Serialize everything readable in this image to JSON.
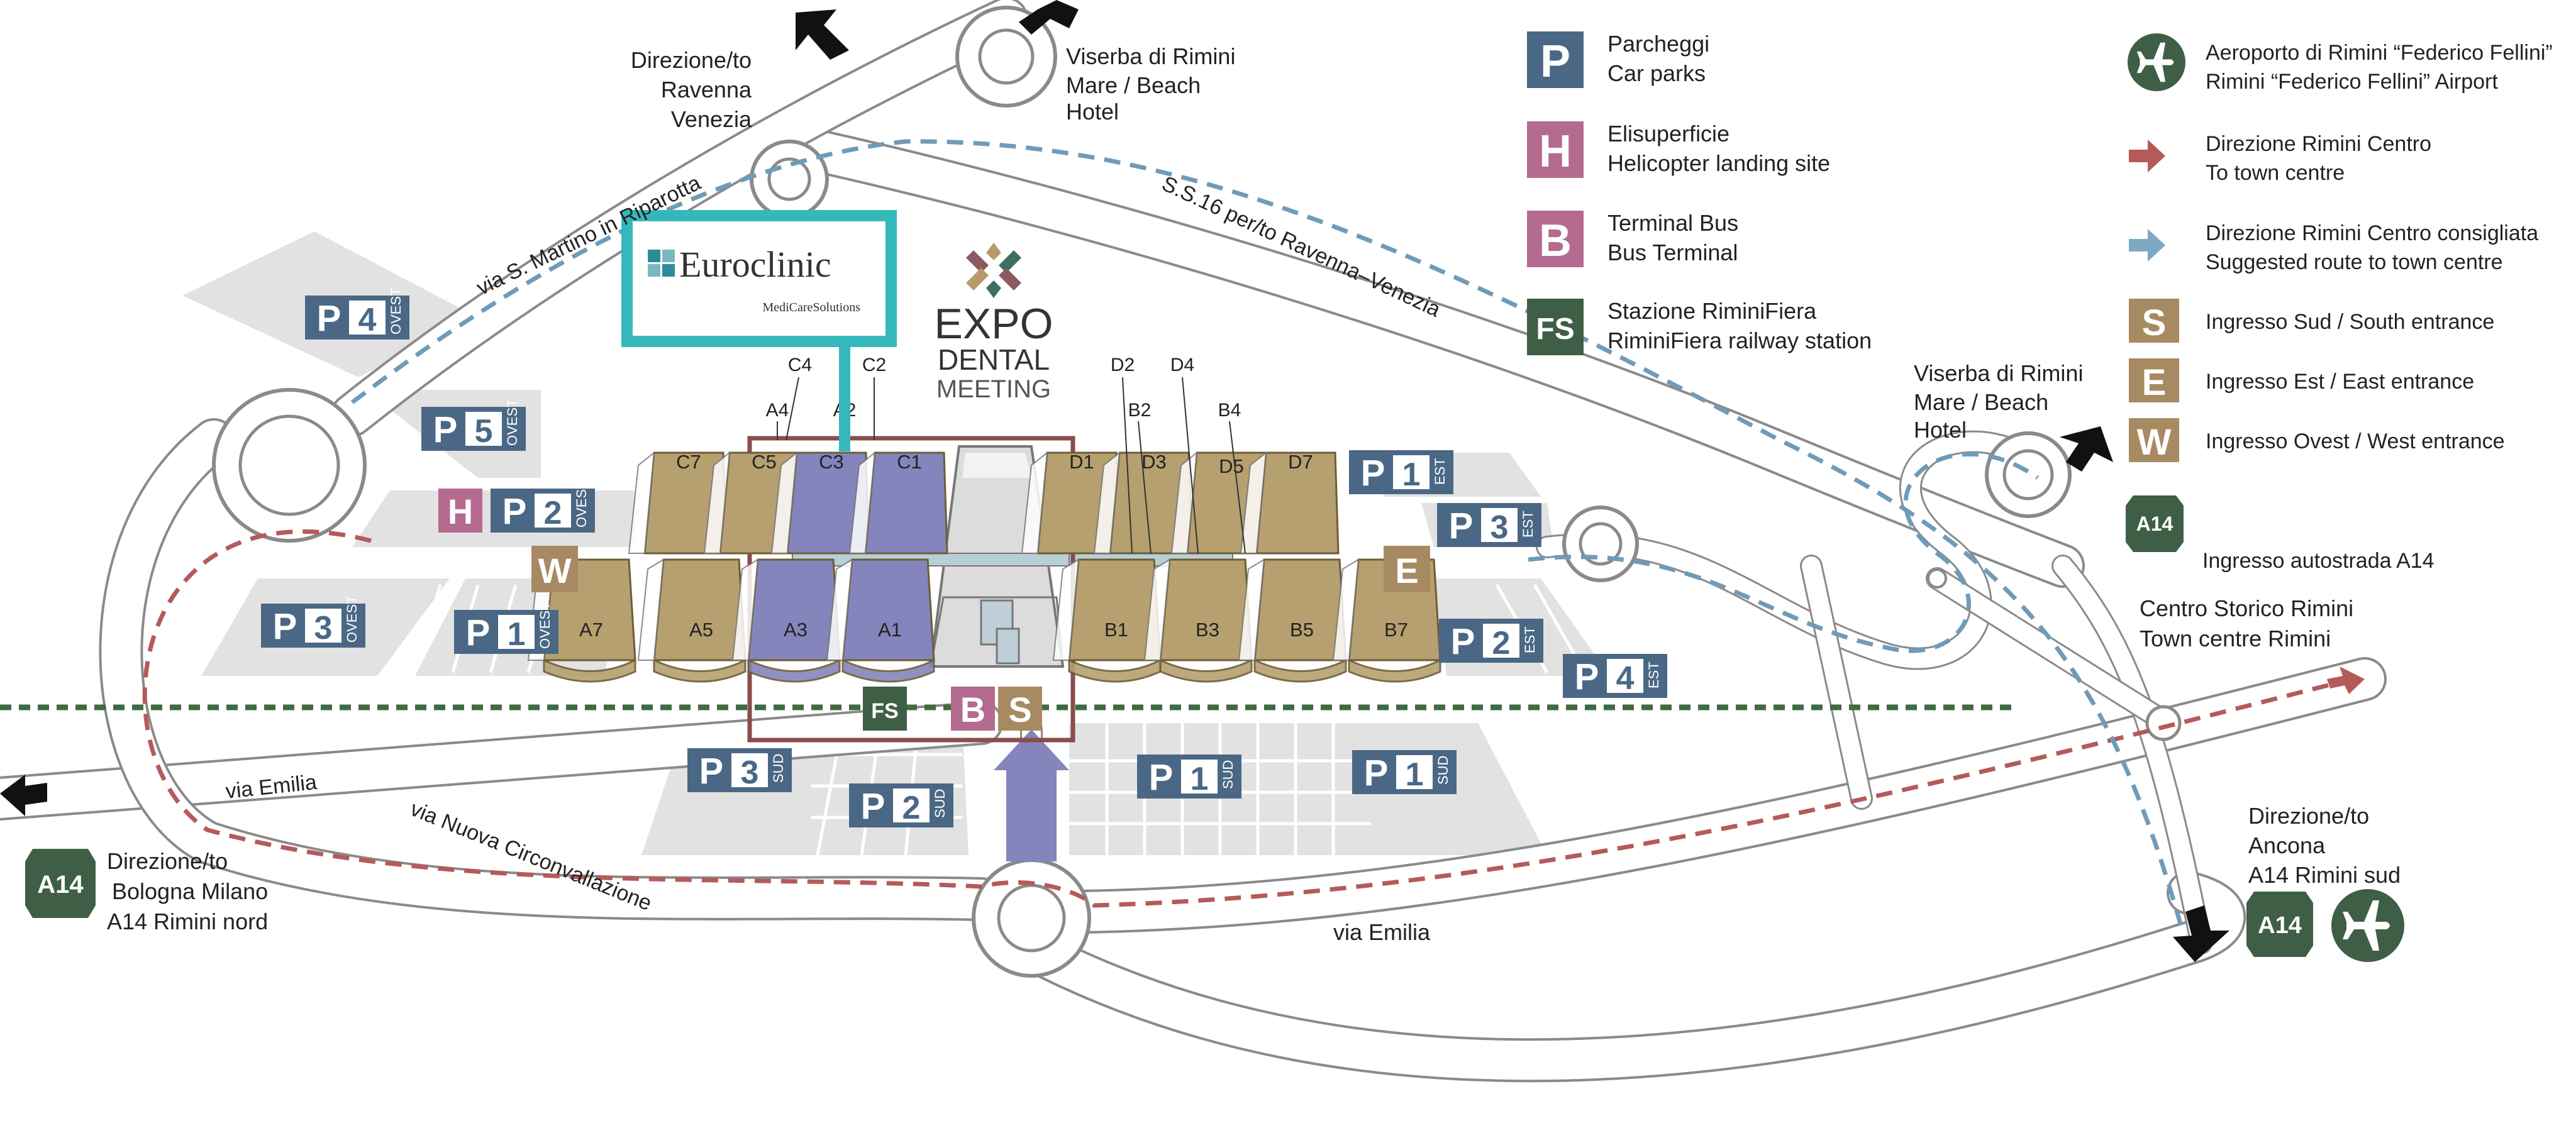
{
  "colors": {
    "parking": "#4a6885",
    "heli": "#b56a8f",
    "bus": "#b56a8f",
    "rail": "#3e5f45",
    "airport": "#3e5f45",
    "entrance": "#a88a62",
    "hall_gold": "#b6a070",
    "hall_purple": "#8485bd",
    "highlight_frame": "#8a4c4c",
    "sponsor_frame": "#35b8bb",
    "route_red": "#b55a5a",
    "route_blue": "#6f9bb8",
    "railway": "#3f6b3f"
  },
  "legend": [
    {
      "badge": "P",
      "icon": "parking-icon",
      "color": "#4a6885",
      "line1": "Parcheggi",
      "line2": "Car parks"
    },
    {
      "badge": "H",
      "icon": "helipad-icon",
      "color": "#b56a8f",
      "line1": "Elisuperficie",
      "line2": "Helicopter landing site"
    },
    {
      "badge": "B",
      "icon": "bus-terminal-icon",
      "color": "#b56a8f",
      "line1": "Terminal Bus",
      "line2": "Bus Terminal"
    },
    {
      "badge": "FS",
      "icon": "railway-station-icon",
      "color": "#3e5f45",
      "line1": "Stazione RiminiFiera",
      "line2": "RiminiFiera railway station"
    }
  ],
  "legend_right": [
    {
      "icon": "airport-icon",
      "line1": "Aeroporto di Rimini “Federico Fellini”",
      "line2": "Rimini “Federico Fellini” Airport"
    },
    {
      "icon": "town-centre-arrow-icon",
      "line1": "Direzione Rimini Centro",
      "line2": "To town centre"
    },
    {
      "icon": "suggested-route-arrow-icon",
      "line1": "Direzione Rimini Centro consigliata",
      "line2": "Suggested route to town centre"
    },
    {
      "badge": "S",
      "icon": "south-entrance-icon",
      "line1": "Ingresso Sud / South entrance"
    },
    {
      "badge": "E",
      "icon": "east-entrance-icon",
      "line1": "Ingresso Est / East entrance"
    },
    {
      "badge": "W",
      "icon": "west-entrance-icon",
      "line1": "Ingresso Ovest / West entrance"
    },
    {
      "badge": "A14",
      "icon": "motorway-icon",
      "line1": "Ingresso autostrada A14"
    }
  ],
  "event": {
    "logo_line1": "EXPO",
    "logo_line2": "DENTAL",
    "logo_line3": "MEETING"
  },
  "sponsor": {
    "name": "Euroclinic",
    "tagline": "MediCareSolutions"
  },
  "halls": {
    "lower": [
      "A7",
      "A5",
      "A3",
      "A1",
      "B1",
      "B3",
      "B5",
      "B7"
    ],
    "upper": [
      "C7",
      "C5",
      "C3",
      "C1",
      "D1",
      "D3",
      "D5",
      "D7"
    ],
    "pointers": [
      "C4",
      "C2",
      "A4",
      "A2",
      "D2",
      "D4",
      "B2",
      "B4"
    ]
  },
  "parking": [
    {
      "num": "4",
      "zone": "OVEST"
    },
    {
      "num": "5",
      "zone": "OVEST"
    },
    {
      "num": "2",
      "zone": "OVEST"
    },
    {
      "num": "3",
      "zone": "OVEST"
    },
    {
      "num": "1",
      "zone": "OVEST"
    },
    {
      "num": "1",
      "zone": "EST"
    },
    {
      "num": "3",
      "zone": "EST"
    },
    {
      "num": "2",
      "zone": "EST"
    },
    {
      "num": "4",
      "zone": "EST"
    },
    {
      "num": "3",
      "zone": "SUD"
    },
    {
      "num": "2",
      "zone": "SUD"
    },
    {
      "num": "1",
      "zone": "SUD"
    },
    {
      "num": "1",
      "zone": "SUD"
    }
  ],
  "badges": {
    "p": "P",
    "h": "H",
    "w": "W",
    "e": "E",
    "fs": "FS",
    "b": "B",
    "s": "S",
    "a14": "A14"
  },
  "places": {
    "ravenna_1": "Direzione/to",
    "ravenna_2": "Ravenna",
    "ravenna_3": "Venezia",
    "viserba_top_1": "Viserba di Rimini",
    "viserba_top_2": "Mare / Beach",
    "viserba_top_3": "Hotel",
    "viserba_right_1": "Viserba di Rimini",
    "viserba_right_2": "Mare / Beach",
    "viserba_right_3": "Hotel",
    "centro_1a": "Centro Storico",
    "centro_1b": "Rimini",
    "centro_2a": "Town centre",
    "centro_2b": "Rimini",
    "ancona_1": "Direzione/to",
    "ancona_2": "Ancona",
    "ancona_3": "A14 Rimini sud",
    "bologna_1": "Direzione/to",
    "bologna_2": "Bologna Milano",
    "bologna_3": "A14 Rimini nord"
  },
  "roads": {
    "riparotta": "via S. Martino in Riparotta",
    "ss16": "S.S.16 per/to Ravenna–Venezia",
    "emilia_left": "via Emilia",
    "emilia_center": "via Emilia",
    "circonvallazione": "via Nuova Circonvallazione"
  }
}
